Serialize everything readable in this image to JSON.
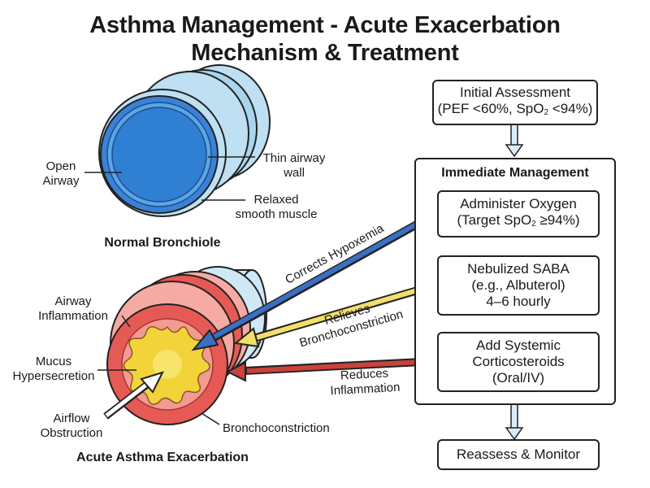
{
  "title": {
    "line1": "Asthma Management - Acute Exacerbation",
    "line2": "Mechanism & Treatment"
  },
  "normal": {
    "caption": "Normal Bronchiole",
    "label_open_airway": [
      "Open",
      "Airway"
    ],
    "label_thin_wall": [
      "Thin airway",
      "wall"
    ],
    "label_relaxed": [
      "Relaxed",
      "smooth muscle"
    ]
  },
  "acute": {
    "caption": "Acute Asthma Exacerbation",
    "label_inflammation": [
      "Airway",
      "Inflammation"
    ],
    "label_mucus": [
      "Mucus",
      "Hypersecretion"
    ],
    "label_airflow": [
      "Airflow",
      "Obstruction"
    ],
    "label_bronchoconstriction": "Bronchoconstriction"
  },
  "flow": {
    "assessment": {
      "line1": "Initial Assessment",
      "line2_pre": "(PEF <60%, SpO",
      "line2_sub": "2",
      "line2_post": " <94%)"
    },
    "panel_title": "Immediate Management",
    "oxygen": {
      "line1": "Administer Oxygen",
      "line2_pre": "(Target SpO",
      "line2_sub": "2",
      "line2_post": " ≥94%)"
    },
    "saba": {
      "line1": "Nebulized SABA",
      "line2": "(e.g., Albuterol)",
      "line3": "4–6 hourly"
    },
    "steroids": {
      "line1": "Add Systemic",
      "line2": "Corticosteroids",
      "line3": "(Oral/IV)"
    },
    "reassess": "Reassess & Monitor"
  },
  "arrows": {
    "hypoxemia": "Corrects Hypoxemia",
    "broncho": [
      "Relieves",
      "Bronchoconstriction"
    ],
    "inflammation": [
      "Reduces",
      "Inflammation"
    ]
  },
  "colors": {
    "normal_blue": "#3b82d6",
    "normal_light": "#bfe0f2",
    "inflamed_red": "#e65a55",
    "inflamed_pink": "#f6aaa4",
    "mucus_yellow": "#f2d33a",
    "oxygen_arrow": "#3b6fc4",
    "saba_arrow": "#f2df6a",
    "steroid_arrow": "#c9423c"
  }
}
